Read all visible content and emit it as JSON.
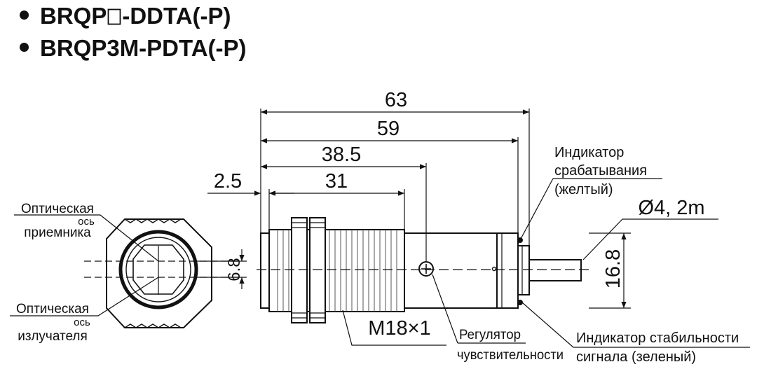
{
  "models": [
    {
      "prefix": "BRQP",
      "suffix": "-DDTA(-P)",
      "has_box": true
    },
    {
      "prefix": "BRQP3M-PDTA(-P)",
      "suffix": "",
      "has_box": false
    }
  ],
  "dimensions": {
    "total_length": "63",
    "body_length": "59",
    "adjuster_position": "38.5",
    "thread_length": "31",
    "lens_offset": "2.5",
    "optical_axis_spacing": "6.8",
    "body_height": "16.8",
    "thread": "M18×1",
    "cable": "Ø4, 2m"
  },
  "labels": {
    "receiver_axis_line1": "Оптическая",
    "receiver_axis_line2": "ось",
    "receiver_axis_line3": "приемника",
    "emitter_axis_line1": "Оптическая",
    "emitter_axis_line2": "ось",
    "emitter_axis_line3": "излучателя",
    "operation_indicator_line1": "Индикатор",
    "operation_indicator_line2": "срабатывания",
    "operation_indicator_line3": "(желтый)",
    "sensitivity_line1": "Регулятор",
    "sensitivity_line2": "чувствительности",
    "stability_line1": "Индикатор стабильности",
    "stability_line2": "сигнала (зеленый)"
  }
}
